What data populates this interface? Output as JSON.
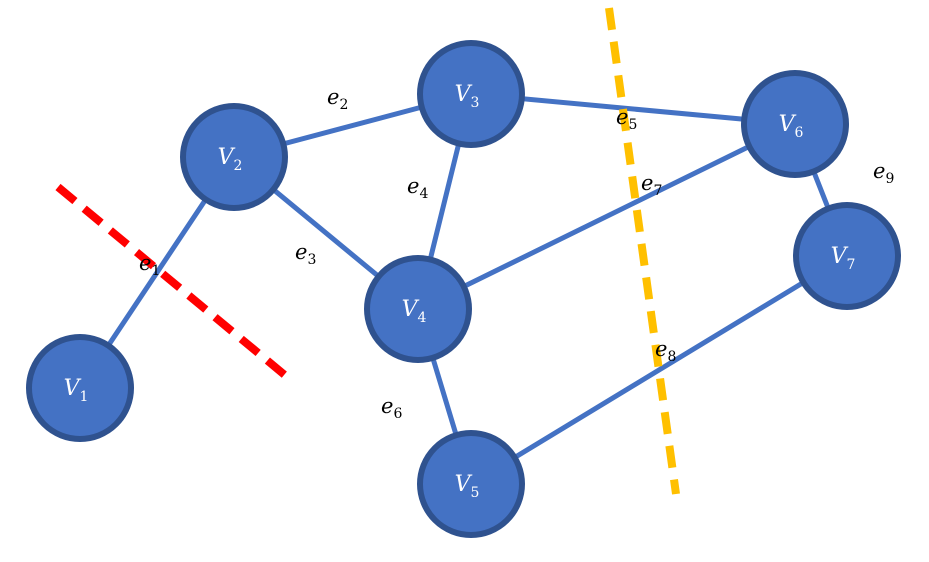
{
  "colors": {
    "node_fill": "#4472c4",
    "node_border": "#2f528f",
    "edge": "#4472c4",
    "cut_red": "#ff0000",
    "cut_orange": "#ffc000"
  },
  "nodes": [
    {
      "id": "V1",
      "letter": "V",
      "sub": "1"
    },
    {
      "id": "V2",
      "letter": "V",
      "sub": "2"
    },
    {
      "id": "V3",
      "letter": "V",
      "sub": "3"
    },
    {
      "id": "V4",
      "letter": "V",
      "sub": "4"
    },
    {
      "id": "V5",
      "letter": "V",
      "sub": "5"
    },
    {
      "id": "V6",
      "letter": "V",
      "sub": "6"
    },
    {
      "id": "V7",
      "letter": "V",
      "sub": "7"
    }
  ],
  "edges": [
    {
      "id": "e1",
      "letter": "e",
      "sub": "1",
      "from": "V1",
      "to": "V2"
    },
    {
      "id": "e2",
      "letter": "e",
      "sub": "2",
      "from": "V2",
      "to": "V3"
    },
    {
      "id": "e3",
      "letter": "e",
      "sub": "3",
      "from": "V2",
      "to": "V4"
    },
    {
      "id": "e4",
      "letter": "e",
      "sub": "4",
      "from": "V3",
      "to": "V4"
    },
    {
      "id": "e5",
      "letter": "e",
      "sub": "5",
      "from": "V3",
      "to": "V6"
    },
    {
      "id": "e6",
      "letter": "e",
      "sub": "6",
      "from": "V4",
      "to": "V5"
    },
    {
      "id": "e7",
      "letter": "e",
      "sub": "7",
      "from": "V4",
      "to": "V6"
    },
    {
      "id": "e8",
      "letter": "e",
      "sub": "8",
      "from": "V5",
      "to": "V7"
    },
    {
      "id": "e9",
      "letter": "e",
      "sub": "9",
      "from": "V6",
      "to": "V7"
    }
  ],
  "cuts": [
    {
      "id": "cut-red",
      "color": "#ff0000",
      "crosses": [
        "e1"
      ]
    },
    {
      "id": "cut-orange",
      "color": "#ffc000",
      "crosses": [
        "e5",
        "e7",
        "e8"
      ]
    }
  ]
}
